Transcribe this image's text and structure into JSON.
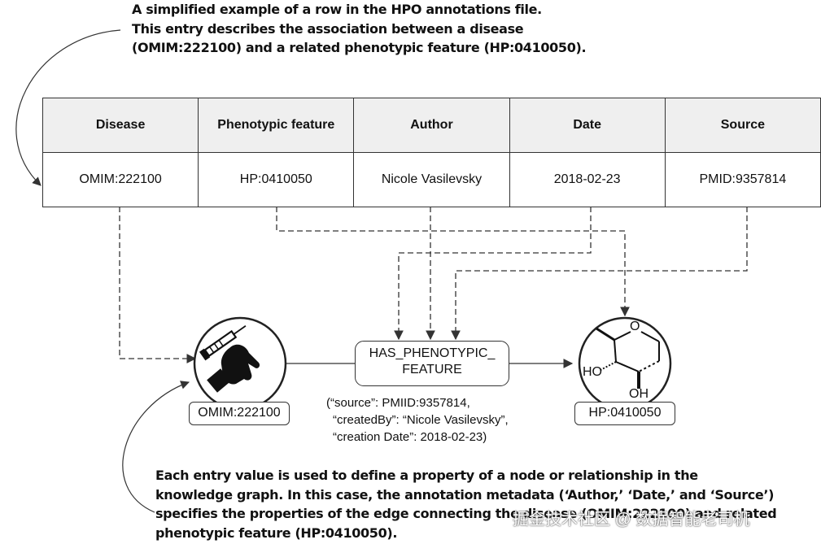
{
  "captions": {
    "top": [
      "A simplified example of a row in the HPO annotations file.",
      "This entry describes the association between a disease",
      "(OMIM:222100) and a related phenotypic feature (HP:0410050)."
    ],
    "bottom": [
      "Each entry value is used to define a property of a node or relationship in the",
      "knowledge graph. In this case, the annotation metadata (‘Author,’ ‘Date,’ and ‘Source’)",
      "specifies the properties of the edge connecting the disease (OMIM:222100) and related",
      "phenotypic feature (HP:0410050)."
    ]
  },
  "table": {
    "headers": [
      "Disease",
      "Phenotypic feature",
      "Author",
      "Date",
      "Source"
    ],
    "row": [
      "OMIM:222100",
      "HP:0410050",
      "Nicole Vasilevsky",
      "2018-02-23",
      "PMID:9357814"
    ]
  },
  "graph": {
    "disease_node": {
      "label": "OMIM:222100",
      "icon": "injection-hand-icon"
    },
    "phenotype_node": {
      "label": "HP:0410050",
      "icon": "molecule-structure-icon",
      "atoms": {
        "o": "O",
        "ho": "HO",
        "oh": "OH"
      }
    },
    "edge": {
      "label_lines": [
        "HAS_PHENOTYPIC_",
        "FEATURE"
      ],
      "properties": [
        "(“source”: PMIID:9357814,",
        "“createdBy”: “Nicole Vasilevsky”,",
        "“creation Date”: 2018-02-23)"
      ]
    }
  },
  "watermark": "掘金技术社区 @ 数据智能老司机",
  "colors": {
    "line": "#333333",
    "header_bg": "#efefef",
    "text": "#111111"
  }
}
